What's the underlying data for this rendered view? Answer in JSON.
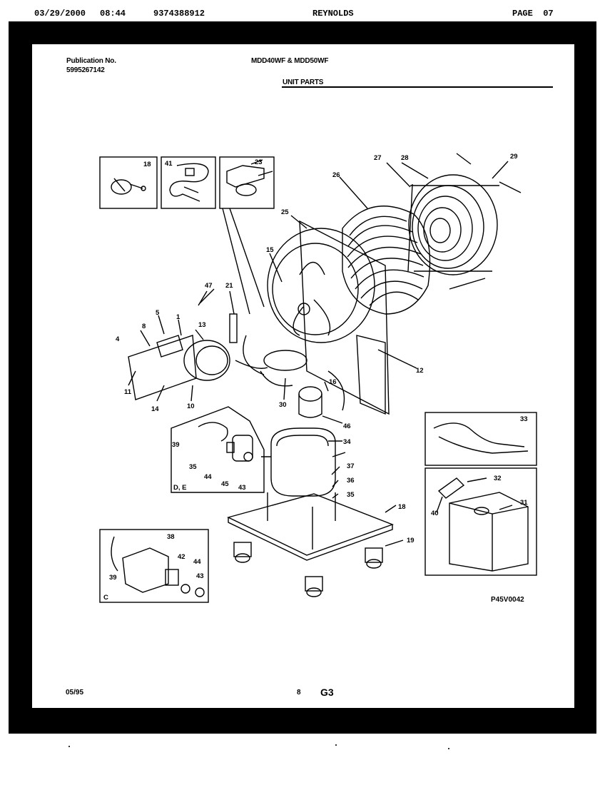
{
  "fax_header": {
    "date": "03/29/2000",
    "time": "08:44",
    "phone": "9374388912",
    "sender": "REYNOLDS",
    "page": "PAGE  07"
  },
  "document": {
    "publication_label": "Publication No.",
    "publication_number": "5995267142",
    "models": "MDD40WF & MDD50WF",
    "section_title": "UNIT PARTS",
    "figure_code": "P45V0042",
    "date_code": "05/95",
    "page_number": "8",
    "sheet_code": "G3"
  },
  "callouts": [
    "18",
    "41",
    "23",
    "27",
    "28",
    "29",
    "26",
    "25",
    "15",
    "47",
    "21",
    "5",
    "1",
    "13",
    "8",
    "4",
    "11",
    "14",
    "10",
    "30",
    "16",
    "12",
    "46",
    "34",
    "39",
    "35",
    "44",
    "45",
    "43",
    "D, E",
    "37",
    "36",
    "35",
    "18",
    "19",
    "33",
    "32",
    "40",
    "31",
    "38",
    "42",
    "44",
    "43",
    "39",
    "C"
  ],
  "insets": [
    "inset-18-clamp",
    "inset-41-harness",
    "inset-23-switch",
    "inset-de-overload",
    "inset-33-cord",
    "inset-31-32-40-cover",
    "inset-c-relay"
  ]
}
